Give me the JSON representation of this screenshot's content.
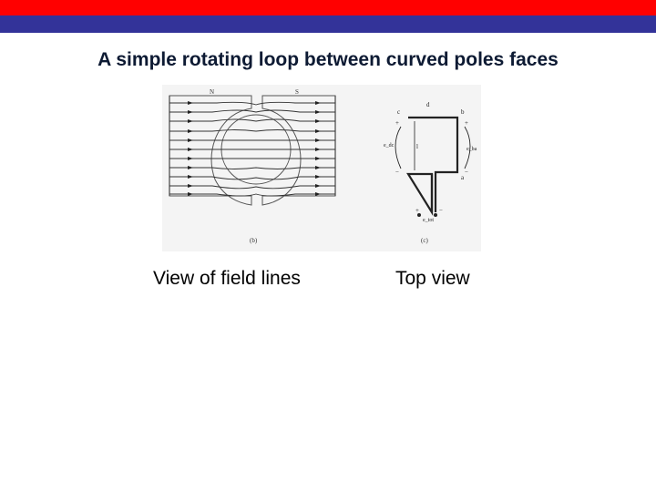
{
  "slide": {
    "title": "A simple rotating loop between curved poles faces",
    "caption_left": "View of field lines",
    "caption_right": "Top view"
  },
  "figure": {
    "pole_labels": {
      "north": "N",
      "south": "S"
    },
    "panel_b_label": "(b)",
    "panel_c_label": "(c)",
    "corner_labels": {
      "c": "c",
      "d": "d",
      "b": "b",
      "a": "a"
    },
    "emf_labels": {
      "left": "e_dc",
      "right": "e_ba",
      "total": "e_tot"
    },
    "center_label": "l",
    "signs": [
      "+",
      "−",
      "+",
      "−",
      "+",
      "−"
    ]
  },
  "colors": {
    "top_bar": "#ff0000",
    "second_bar": "#333399",
    "title": "#0d1a33"
  }
}
